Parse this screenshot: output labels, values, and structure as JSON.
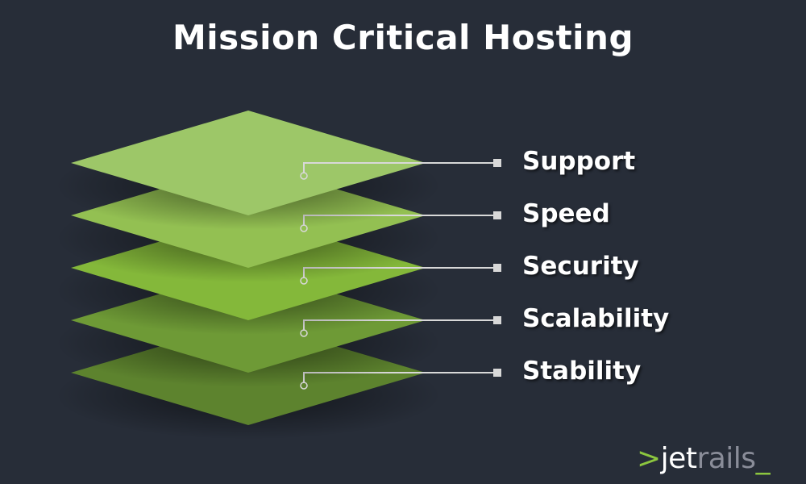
{
  "title": "Mission Critical Hosting",
  "layers": [
    {
      "label": "Support",
      "color": "#9dc768"
    },
    {
      "label": "Speed",
      "color": "#93c052"
    },
    {
      "label": "Security",
      "color": "#84b83a"
    },
    {
      "label": "Scalability",
      "color": "#6e9a36"
    },
    {
      "label": "Stability",
      "color": "#5d832e"
    }
  ],
  "logo": {
    "prefix": ">",
    "jet": "jet",
    "rails": "rails",
    "suffix": "_"
  }
}
